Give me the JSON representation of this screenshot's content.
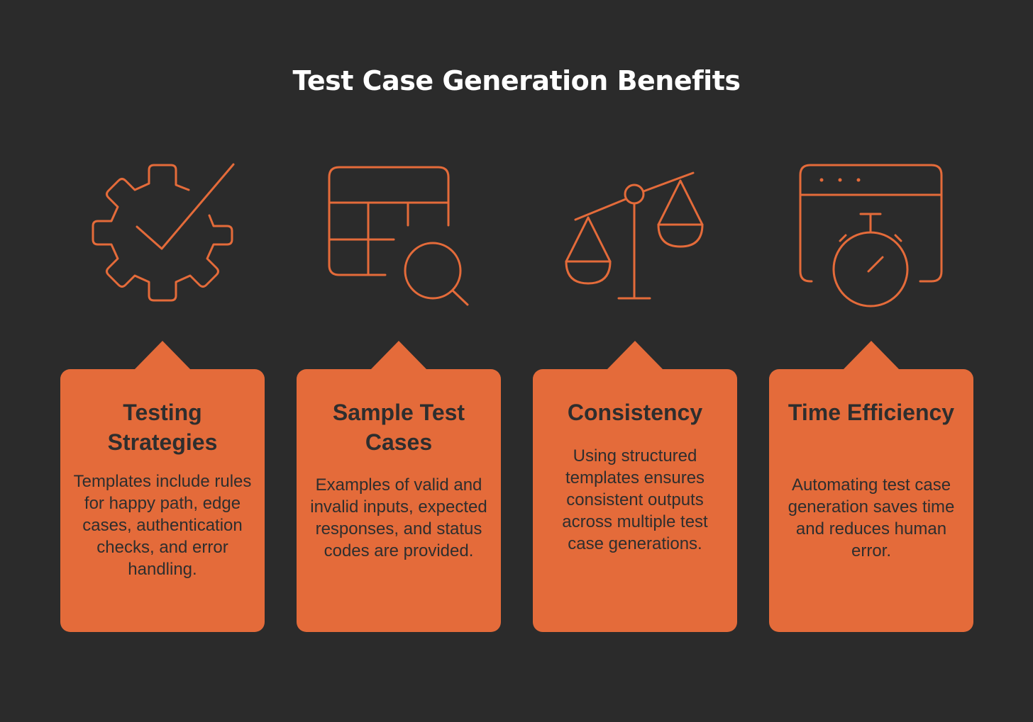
{
  "title": "Test Case Generation Benefits",
  "colors": {
    "background": "#2b2b2b",
    "accent": "#e46b3a",
    "card_text": "#2e2e2e",
    "title_text": "#ffffff"
  },
  "cards": [
    {
      "icon": "gear-check-icon",
      "title": "Testing Strategies",
      "description": "Templates include rules for happy path, edge cases, authentication checks, and error handling."
    },
    {
      "icon": "table-search-icon",
      "title": "Sample Test Cases",
      "description": "Examples of valid and invalid inputs, expected responses, and status codes are provided."
    },
    {
      "icon": "balance-scale-icon",
      "title": "Consistency",
      "description": "Using structured templates ensures consistent outputs across multiple test case generations."
    },
    {
      "icon": "browser-stopwatch-icon",
      "title": "Time Efficiency",
      "description": "Automating test case generation saves time and reduces human error."
    }
  ]
}
